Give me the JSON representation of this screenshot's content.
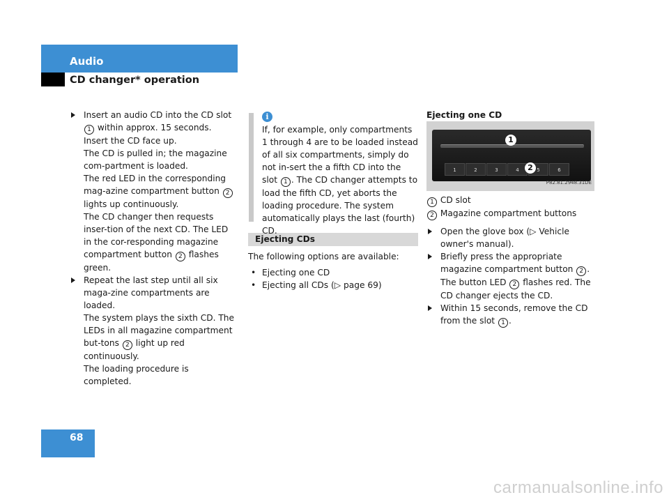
{
  "header": {
    "section": "Audio",
    "subsection": "CD changer* operation"
  },
  "colors": {
    "accent": "#3d8fd3",
    "box_grey": "#d8d8d8"
  },
  "column1": {
    "step1_a": "Insert an audio CD into the CD slot",
    "step1_num": "1",
    "step1_b": "within approx. 15 seconds. Insert the CD face up.",
    "para1": "The CD is pulled in; the magazine com-partment is loaded.",
    "para2_a": "The red LED in the corresponding mag-azine compartment button",
    "para2_num": "2",
    "para2_b": "lights up continuously.",
    "para3_a": "The CD changer then requests inser-tion of the next CD. The LED in the cor-responding magazine compartment button",
    "para3_num": "2",
    "para3_b": "flashes green.",
    "step2": "Repeat the last step until all six maga-zine compartments are loaded.",
    "para4_a": "The system plays the sixth CD. The LEDs in all magazine compartment but-tons",
    "para4_num": "2",
    "para4_b": "light up red continuously.",
    "para5": "The loading procedure is completed."
  },
  "column2": {
    "info_icon": "info-icon",
    "info_a": "If, for example, only compartments 1 through 4 are to be loaded instead of all six compartments, simply do not in-sert the a fifth CD into the slot",
    "info_num": "1",
    "info_b": ". The CD changer attempts to load the fifth CD, yet aborts the loading procedure. The system automatically plays the last (fourth) CD.",
    "section_title": "Ejecting CDs",
    "options_intro": "The following options are available:",
    "bullet_char": "•",
    "bullets": [
      "Ejecting one CD",
      "Ejecting all CDs (▷ page 69)"
    ]
  },
  "column3": {
    "heading": "Ejecting one CD",
    "figure": {
      "callout1": "1",
      "callout2": "2",
      "buttons": [
        "1",
        "2",
        "3",
        "4",
        "5",
        "6"
      ],
      "code": "P82.81.2948.31DE"
    },
    "legend1_num": "1",
    "legend1": "CD slot",
    "legend2_num": "2",
    "legend2": "Magazine compartment buttons",
    "step1": "Open the glove box (▷ Vehicle owner's manual).",
    "step2_a": "Briefly press the appropriate magazine compartment button",
    "step2_num": "2",
    "step2_b": ".",
    "para_a": "The button LED",
    "para_num": "2",
    "para_b": "flashes red. The CD changer ejects the CD.",
    "step3_a": "Within 15 seconds, remove the CD from the slot",
    "step3_num": "1",
    "step3_b": "."
  },
  "footer": {
    "page_number": "68",
    "watermark": "carmanualsonline.info"
  }
}
